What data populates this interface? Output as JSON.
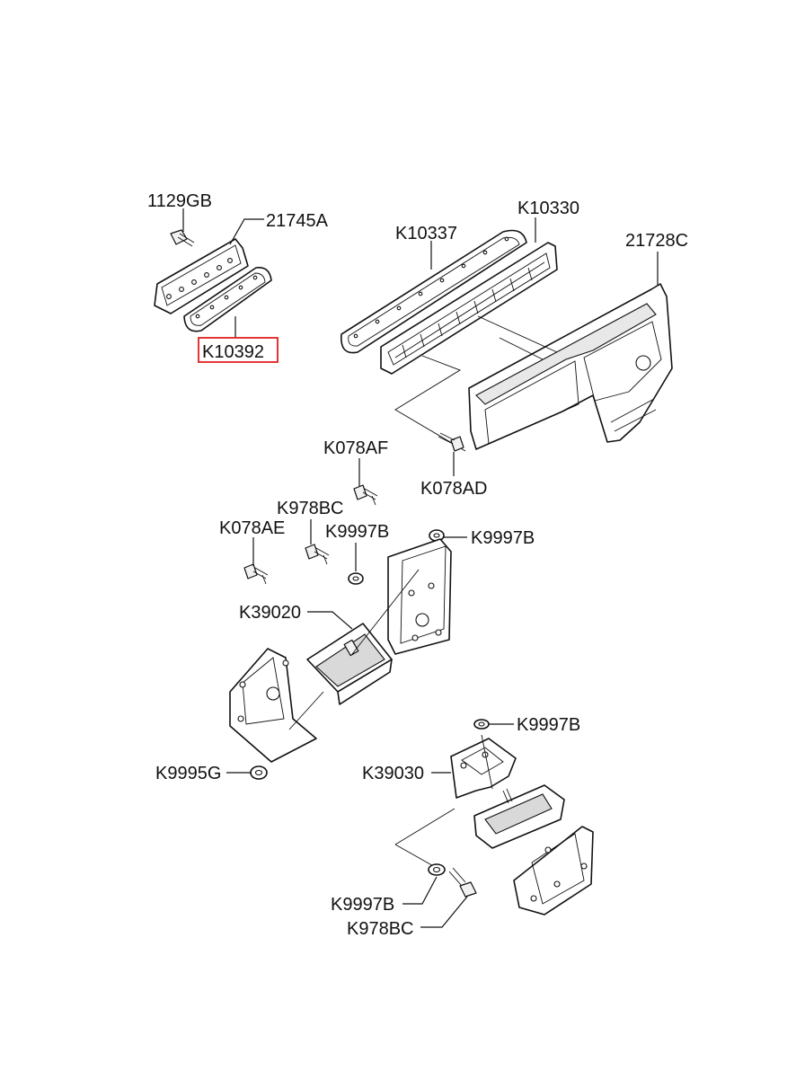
{
  "labels": {
    "p1129GB": "1129GB",
    "p21745A": "21745A",
    "pK10392": "K10392",
    "pK10337": "K10337",
    "pK10330": "K10330",
    "p21728C": "21728C",
    "pK078AF": "K078AF",
    "pK078AD": "K078AD",
    "pK978BC_top": "K978BC",
    "pK078AE": "K078AE",
    "pK9997B_a": "K9997B",
    "pK9997B_b": "K9997B",
    "pK39020": "K39020",
    "pK9995G": "K9995G",
    "pK9997B_c": "K9997B",
    "pK39030": "K39030",
    "pK9997B_d": "K9997B",
    "pK978BC_bottom": "K978BC"
  },
  "highlight": {
    "part": "K10392",
    "color": "#e02020"
  }
}
